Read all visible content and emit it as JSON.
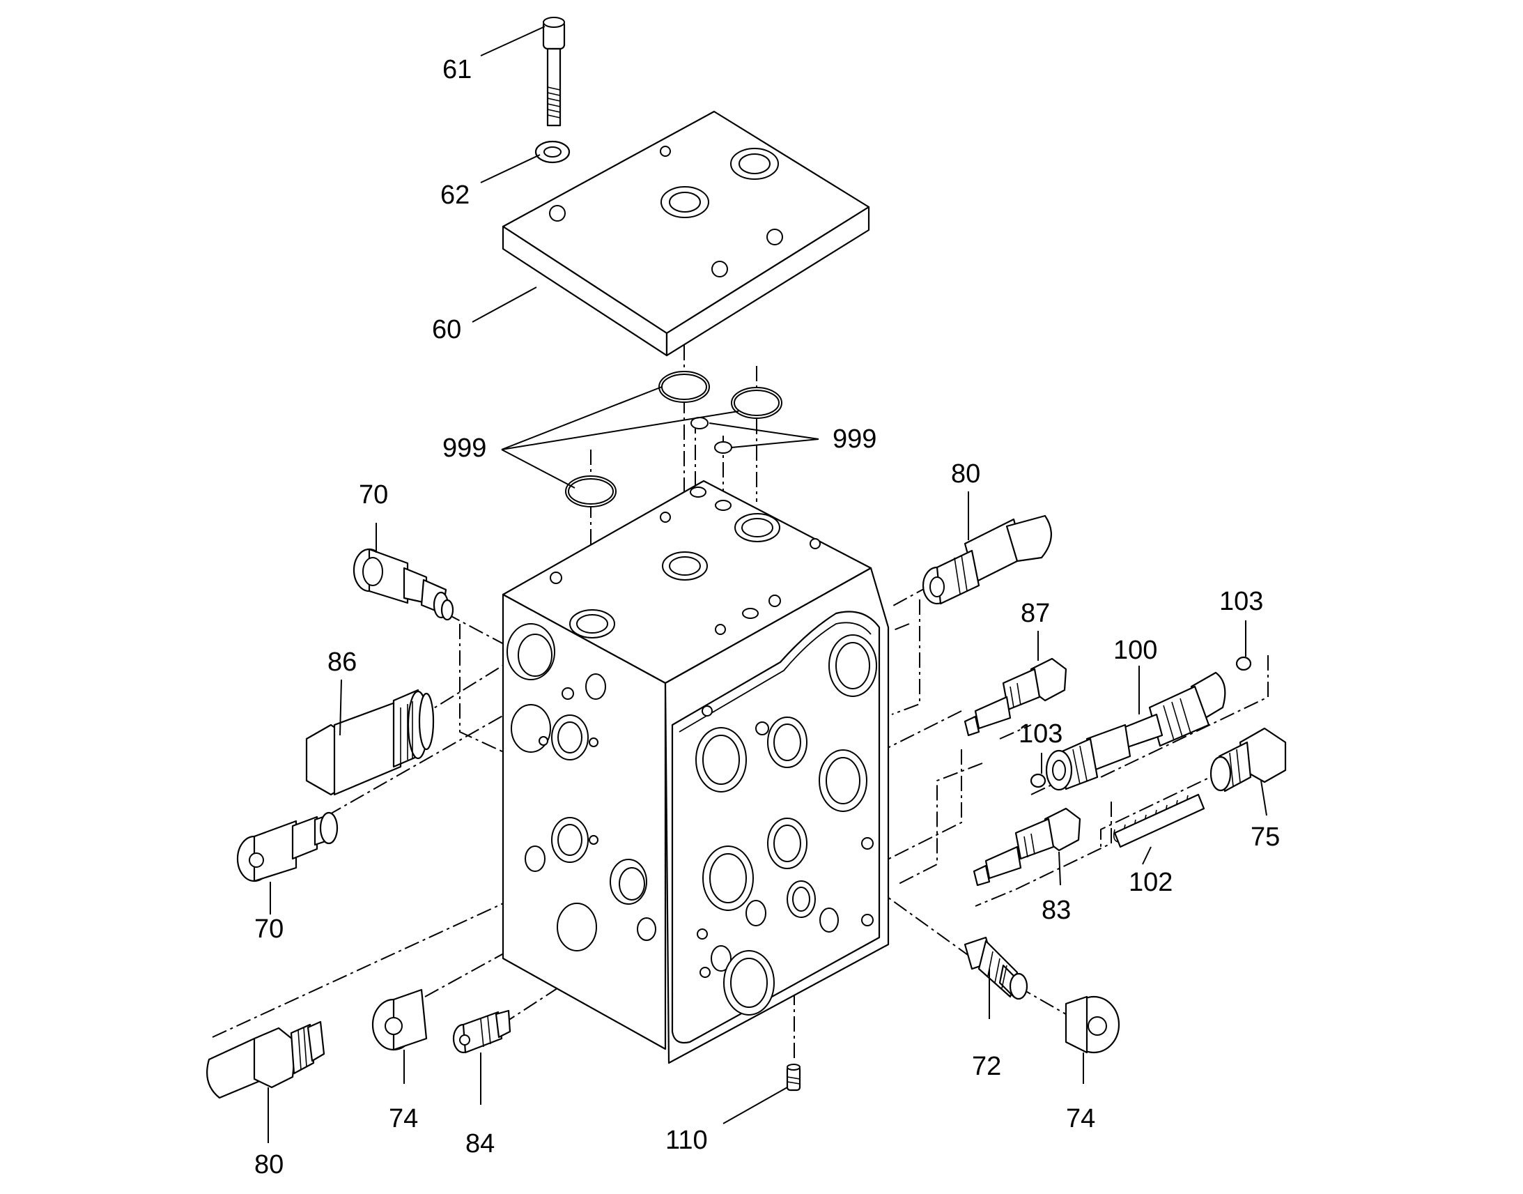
{
  "callouts": {
    "c61": "61",
    "c62": "62",
    "c60": "60",
    "c999a": "999",
    "c999b": "999",
    "c70a": "70",
    "c70b": "70",
    "c86": "86",
    "c80a": "80",
    "c80b": "80",
    "c87": "87",
    "c100": "100",
    "c103a": "103",
    "c103b": "103",
    "c75": "75",
    "c102": "102",
    "c83": "83",
    "c72": "72",
    "c74a": "74",
    "c74b": "74",
    "c84": "84",
    "c110": "110"
  },
  "colors": {
    "line": "#000000",
    "background": "#ffffff"
  }
}
